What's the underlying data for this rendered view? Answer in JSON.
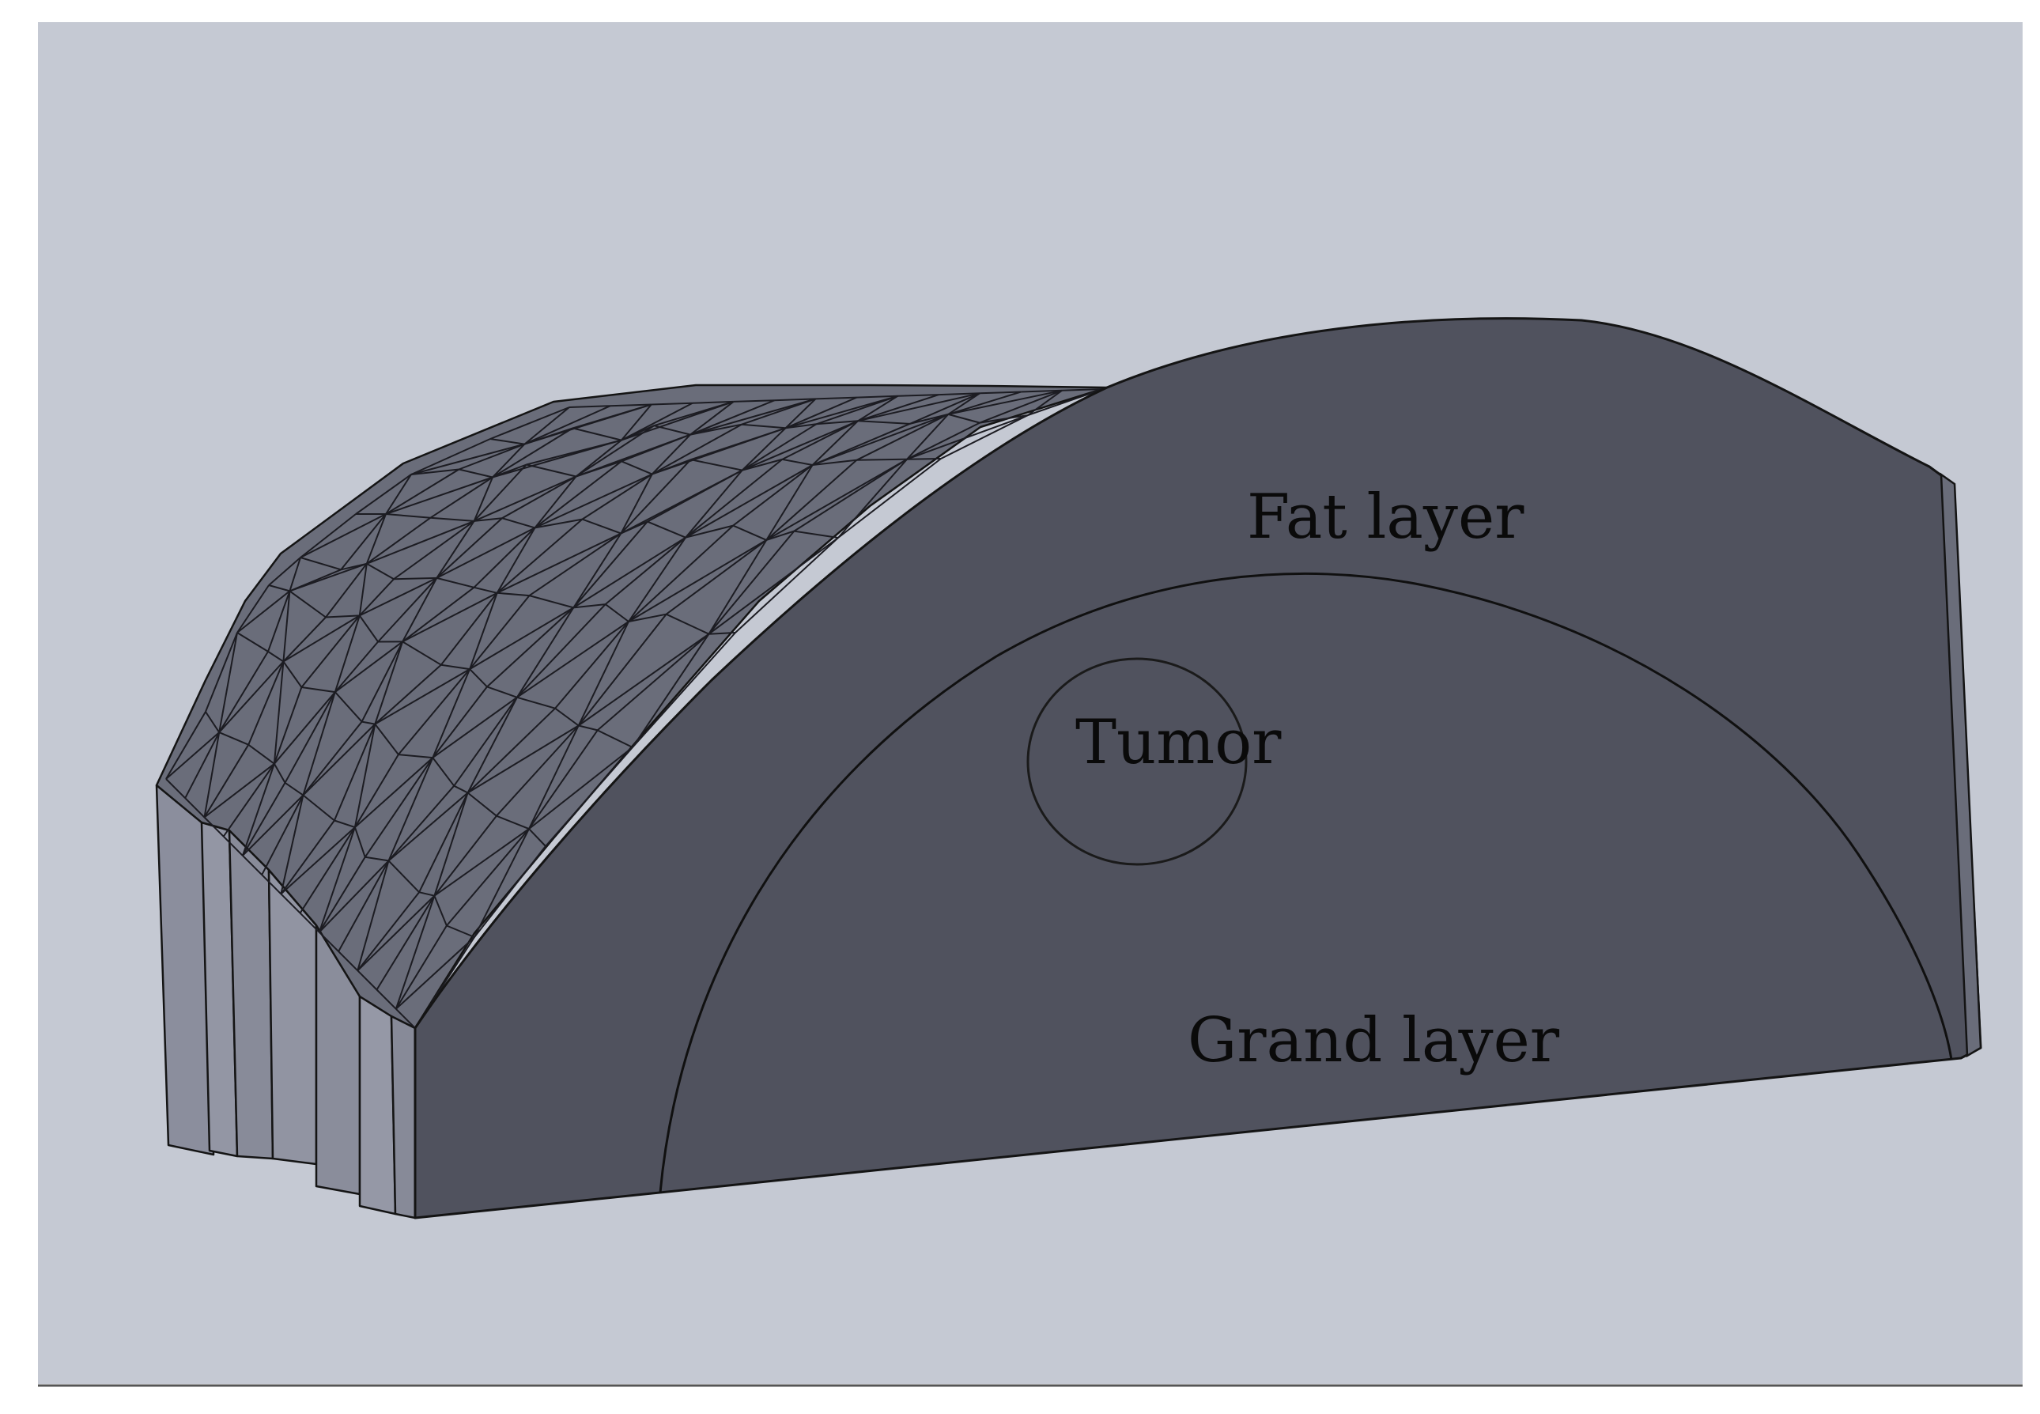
{
  "figure": {
    "background_color": "#c5c9d3",
    "model_face_color": "#50525e",
    "model_side_color": "#8a8d9c",
    "mesh_top_color": "#6b6e7b",
    "edge_color": "#141414"
  },
  "labels": {
    "fat_layer": "Fat layer",
    "tumor": "Tumor",
    "gland_layer": "Grand layer"
  }
}
